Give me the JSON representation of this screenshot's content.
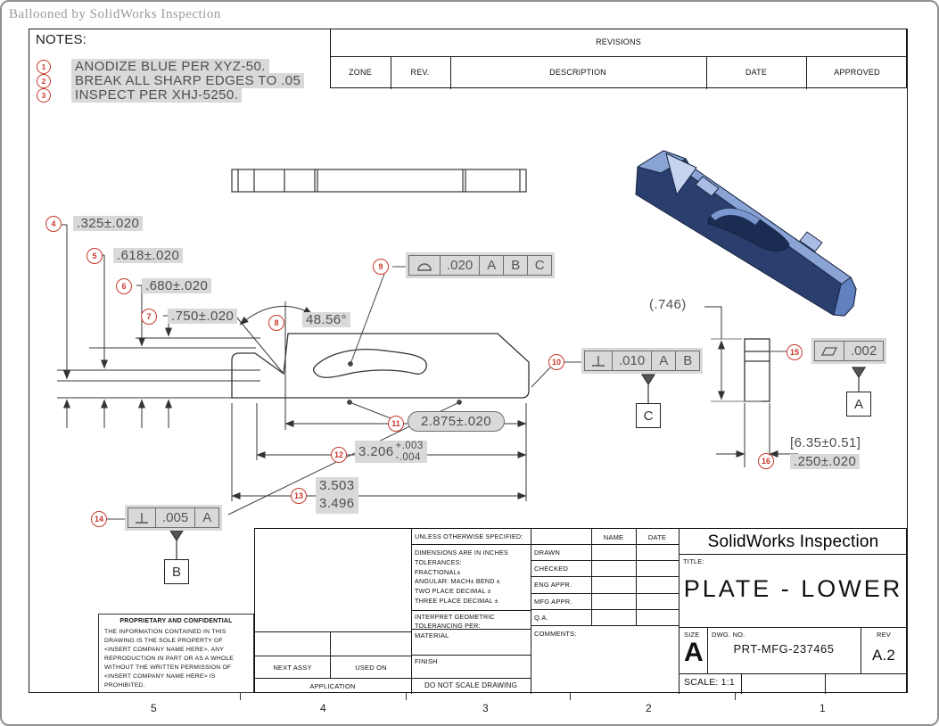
{
  "watermark": "Ballooned by SolidWorks Inspection",
  "notes": {
    "heading": "NOTES:",
    "items": [
      {
        "num": "1",
        "text": "ANODIZE BLUE PER XYZ-50."
      },
      {
        "num": "2",
        "text": "BREAK ALL SHARP EDGES TO .05"
      },
      {
        "num": "3",
        "text": "INSPECT PER XHJ-5250."
      }
    ]
  },
  "revisions": {
    "title": "REVISIONS",
    "col_zone": "ZONE",
    "col_rev": "REV.",
    "col_desc": "DESCRIPTION",
    "col_date": "DATE",
    "col_appr": "APPROVED"
  },
  "callouts": {
    "c4": {
      "num": "4",
      "text": ".325±.020"
    },
    "c5": {
      "num": "5",
      "text": ".618±.020"
    },
    "c6": {
      "num": "6",
      "text": ".680±.020"
    },
    "c7": {
      "num": "7",
      "text": ".750±.020"
    },
    "c8": {
      "num": "8",
      "text": "48.56°"
    },
    "c9": {
      "num": "9",
      "symbol": "profile-of-surface",
      "value": ".020",
      "d1": "A",
      "d2": "B",
      "d3": "C"
    },
    "c10": {
      "num": "10",
      "symbol": "perpendicularity",
      "value": ".010",
      "d1": "A",
      "d2": "B"
    },
    "c11": {
      "num": "11",
      "text": "2.875±.020"
    },
    "c12": {
      "num": "12",
      "nominal": "3.206",
      "plus": "+.003",
      "minus": "-.004"
    },
    "c13": {
      "num": "13",
      "upper": "3.503",
      "lower": "3.496"
    },
    "c14": {
      "num": "14",
      "symbol": "perpendicularity",
      "value": ".005",
      "d1": "A"
    },
    "c15": {
      "num": "15",
      "symbol": "flatness",
      "value": ".002"
    },
    "c16": {
      "num": "16",
      "dual": "[6.35±0.51]",
      "text": ".250±.020"
    },
    "ref746": {
      "text": "(.746)"
    }
  },
  "datums": {
    "a": "A",
    "b": "B",
    "c": "C"
  },
  "colors": {
    "balloon_red": "#c8392e",
    "highlight_gray": "#d9d9d9",
    "part_navy": "#2b3f6e",
    "part_light_blue": "#8aa4d6"
  },
  "titleblock": {
    "company": "SolidWorks Inspection",
    "title_label": "TITLE:",
    "title": "PLATE - LOWER",
    "size_label": "SIZE",
    "size": "A",
    "dwg_label": "DWG.  NO.",
    "dwg_no": "PRT-MFG-237465",
    "rev_label": "REV",
    "rev": "A.2",
    "scale": "SCALE: 1:1",
    "unless": "UNLESS OTHERWISE SPECIFIED:",
    "tolerances": "DIMENSIONS ARE IN INCHES\nTOLERANCES:\nFRACTIONAL±\nANGULAR: MACH±   BEND ±\nTWO PLACE DECIMAL    ±\nTHREE PLACE DECIMAL   ±",
    "interpret": "INTERPRET GEOMETRIC\nTOLERANCING PER:",
    "material": "MATERIAL",
    "finish": "FINISH",
    "do_not_scale": "DO NOT SCALE DRAWING",
    "name_col": "NAME",
    "date_col": "DATE",
    "row_drawn": "DRAWN",
    "row_checked": "CHECKED",
    "row_eng": "ENG APPR.",
    "row_mfg": "MFG APPR.",
    "row_qa": "Q.A.",
    "row_comments": "COMMENTS:",
    "next_assy": "NEXT ASSY",
    "used_on": "USED ON",
    "application": "APPLICATION",
    "proprietary_title": "PROPRIETARY AND CONFIDENTIAL",
    "proprietary_body": "THE INFORMATION CONTAINED IN THIS\nDRAWING IS THE SOLE PROPERTY OF\n<INSERT COMPANY NAME HERE>.  ANY\nREPRODUCTION IN PART OR AS A WHOLE\nWITHOUT THE WRITTEN PERMISSION OF\n<INSERT COMPANY NAME HERE> IS\nPROHIBITED."
  },
  "zones": {
    "z5": "5",
    "z4": "4",
    "z3": "3",
    "z2": "2",
    "z1": "1"
  }
}
